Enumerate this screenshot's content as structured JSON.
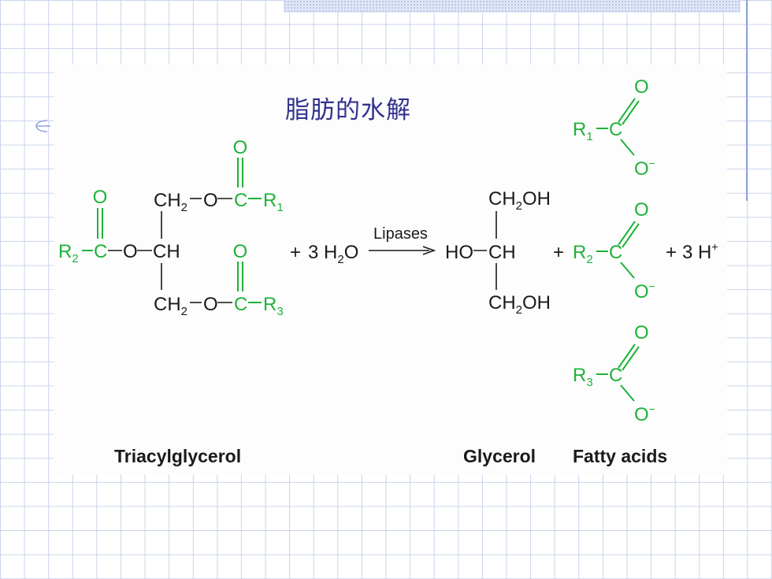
{
  "slide": {
    "title": "脂肪的水解",
    "colors": {
      "title": "#33338f",
      "green": "#1fb23a",
      "black": "#1a1a1a",
      "grid": "#c9d3ec"
    }
  },
  "reaction": {
    "triacylglycerol": {
      "atom_O": "O",
      "atom_C": "C",
      "atom_CH": "CH",
      "group_CH2": "CH",
      "sub_2": "2",
      "R1": "R",
      "R1_sub": "1",
      "R2": "R",
      "R2_sub": "2",
      "R3": "R",
      "R3_sub": "3",
      "label": "Triacylglycerol"
    },
    "water": {
      "plus": "+",
      "coef": "3 H",
      "sub": "2",
      "O": "O"
    },
    "arrow_label": "Lipases",
    "glycerol": {
      "CH2OH_top": "CH",
      "sub_2": "2",
      "OH": "OH",
      "HO": "HO",
      "CH": "CH",
      "CH2OH_bottom": "CH",
      "label": "Glycerol"
    },
    "fatty_acids": {
      "O": "O",
      "O_minus": "O",
      "minus": "−",
      "C": "C",
      "R1": "R",
      "R1_sub": "1",
      "R2": "R",
      "R2_sub": "2",
      "R3": "R",
      "R3_sub": "3",
      "plus": "+",
      "label": "Fatty acids"
    },
    "protons": {
      "plus": "+",
      "coef": "3 H",
      "charge": "+"
    }
  }
}
